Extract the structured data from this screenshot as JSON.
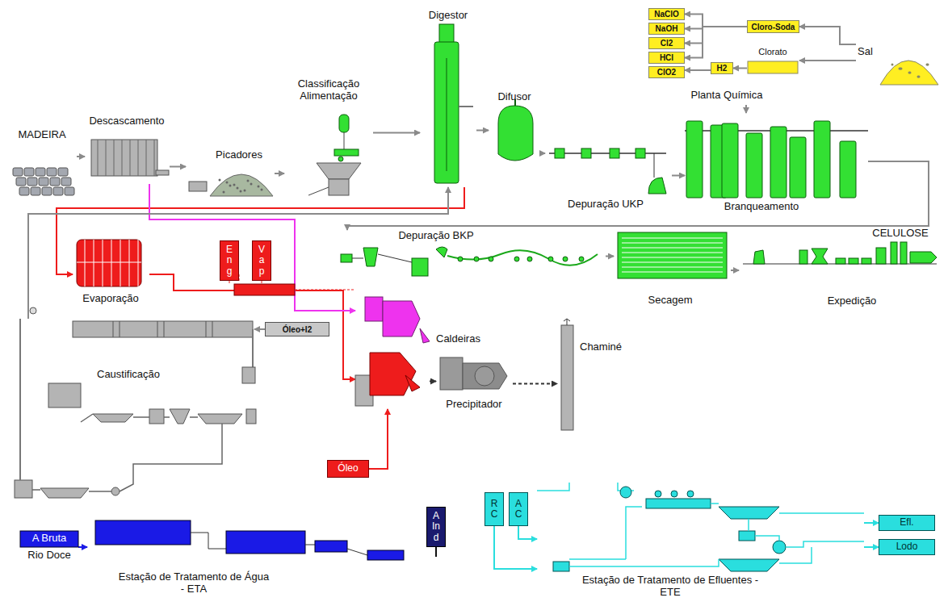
{
  "diagram": {
    "nodes": [
      {
        "text": [
          "MADEIRA"
        ]
      },
      {
        "text": [
          "Descascamento"
        ]
      },
      {
        "text": [
          "Picadores"
        ]
      },
      {
        "text": [
          "Classificação Alimentação"
        ]
      },
      {
        "text": [
          "Digestor"
        ]
      },
      {
        "text": [
          "Difusor"
        ]
      },
      {
        "text": [
          "Depuração UKP"
        ]
      },
      {
        "text": [
          "Branqueamento"
        ]
      },
      {
        "text": [
          "Planta Química"
        ]
      },
      {
        "text": [
          "NaClO"
        ],
        "in": 8
      },
      {
        "text": [
          "NaOH"
        ],
        "in": 8
      },
      {
        "text": [
          "Cl2"
        ],
        "in": 8
      },
      {
        "text": [
          "HCl"
        ],
        "in": 8
      },
      {
        "text": [
          "ClO2"
        ],
        "in": 8
      },
      {
        "text": [
          "Cloro-Soda"
        ],
        "in": 8
      },
      {
        "text": [
          "Clorato"
        ],
        "in": 8
      },
      {
        "text": [
          "H2"
        ],
        "in": 8
      },
      {
        "text": [
          "Sal"
        ]
      },
      {
        "text": [
          "Depuração BKP"
        ]
      },
      {
        "text": [
          "Secagem"
        ]
      },
      {
        "text": [
          "CELULOSE",
          "Expedição"
        ]
      },
      {
        "text": [
          "Evaporação"
        ]
      },
      {
        "text": [
          "Eng"
        ]
      },
      {
        "text": [
          "Vap"
        ]
      },
      {
        "text": [
          "Caldeiras"
        ]
      },
      {
        "text": [
          "Precipitador"
        ]
      },
      {
        "text": [
          "Chaminé"
        ]
      },
      {
        "text": [
          "Caustificação"
        ]
      },
      {
        "text": [
          "Óleo+I2"
        ]
      },
      {
        "text": [
          "Óleo"
        ]
      },
      {
        "text": [
          "A Bruta",
          "Rio Doce"
        ]
      },
      {
        "text": [
          "Estação de Tratamento de Água - ETA"
        ]
      },
      {
        "text": [
          "A Ind"
        ]
      },
      {
        "text": [
          "RC"
        ]
      },
      {
        "text": [
          "AC"
        ]
      },
      {
        "text": [
          "Estação de Tratamento de Efluentes - ETE"
        ]
      },
      {
        "text": [
          "Efl."
        ]
      },
      {
        "text": [
          "Lodo"
        ]
      }
    ],
    "edges": [
      {
        "from": 0,
        "to": 1,
        "arrow": "to"
      },
      {
        "from": 1,
        "to": 2,
        "arrow": "to"
      },
      {
        "from": 2,
        "to": 3,
        "arrow": "to"
      },
      {
        "from": 3,
        "to": 4,
        "arrow": "to"
      },
      {
        "from": 4,
        "to": 5,
        "arrow": "to"
      },
      {
        "from": 5,
        "to": 6,
        "arrow": "to"
      },
      {
        "from": 6,
        "to": 7,
        "arrow": "to"
      },
      {
        "from": 8,
        "to": 7,
        "arrow": "to"
      },
      {
        "from": 7,
        "to": 18,
        "arrow": "to"
      },
      {
        "from": 18,
        "to": 19,
        "arrow": "to"
      },
      {
        "from": 19,
        "to": 20,
        "arrow": "to"
      },
      {
        "from": 17,
        "to": 14,
        "arrow": "to"
      },
      {
        "from": 17,
        "to": 15,
        "arrow": "to"
      },
      {
        "from": 14,
        "to": 9,
        "arrow": "to"
      },
      {
        "from": 14,
        "to": 10,
        "arrow": "to"
      },
      {
        "from": 14,
        "to": 11,
        "arrow": "to"
      },
      {
        "from": 14,
        "to": 12,
        "arrow": "to"
      },
      {
        "from": 15,
        "to": 16,
        "arrow": "to"
      },
      {
        "from": 16,
        "to": 13,
        "arrow": "to"
      },
      {
        "from": 4,
        "to": 21,
        "arrow": "to"
      },
      {
        "from": 21,
        "to": 24,
        "arrow": "to"
      },
      {
        "from": 1,
        "to": 24,
        "arrow": "to"
      },
      {
        "from": 24,
        "to": 25,
        "arrow": "to"
      },
      {
        "from": 25,
        "to": 26,
        "arrow": "to"
      },
      {
        "from": 27,
        "to": 4,
        "arrow": "to"
      },
      {
        "from": 28,
        "to": 27,
        "arrow": "to"
      },
      {
        "from": 29,
        "to": 24,
        "arrow": "to"
      },
      {
        "from": 30,
        "to": 31,
        "arrow": "to"
      },
      {
        "from": 33,
        "to": 35,
        "arrow": "to"
      },
      {
        "from": 34,
        "to": 35,
        "arrow": "to"
      },
      {
        "from": 35,
        "to": 36,
        "arrow": "to"
      },
      {
        "from": 35,
        "to": 37,
        "arrow": "to"
      }
    ]
  }
}
